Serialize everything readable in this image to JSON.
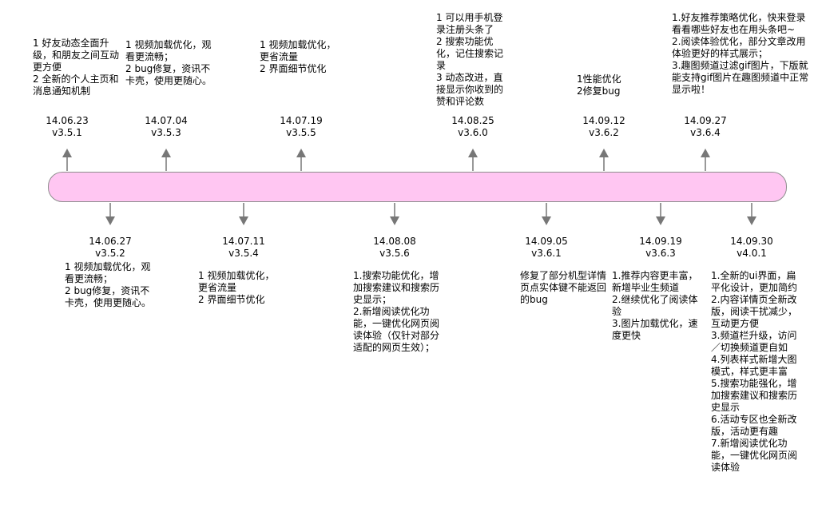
{
  "colors": {
    "bar_fill": "#ffc6f2",
    "bar_stroke": "#8e8e8e",
    "arrow": "#777777"
  },
  "releases": [
    {
      "date": "14.06.23",
      "version": "v3.5.1",
      "side": "top",
      "notes": [
        "1 好友动态全面升级，和朋友之间互动更方便",
        "2 全新的个人主页和消息通知机制"
      ]
    },
    {
      "date": "14.06.27",
      "version": "v3.5.2",
      "side": "bottom",
      "notes": [
        "1 视频加载优化，观看更流畅；",
        "2 bug修复，资讯不卡壳，使用更随心。"
      ]
    },
    {
      "date": "14.07.04",
      "version": "v3.5.3",
      "side": "top",
      "notes": [
        "1 视频加载优化，观看更流畅；",
        "2 bug修复，资讯不卡壳，使用更随心。"
      ]
    },
    {
      "date": "14.07.11",
      "version": "v3.5.4",
      "side": "bottom",
      "notes": [
        "1 视频加载优化，更省流量",
        "2 界面细节优化"
      ]
    },
    {
      "date": "14.07.19",
      "version": "v3.5.5",
      "side": "top",
      "notes": [
        "1 视频加载优化，更省流量",
        "2 界面细节优化"
      ]
    },
    {
      "date": "14.08.08",
      "version": "v3.5.6",
      "side": "bottom",
      "notes": [
        "1.搜索功能优化，增加搜索建议和搜索历史显示；",
        "2.新增阅读优化功能，一键优化网页阅读体验（仅针对部分适配的网页生效）；"
      ]
    },
    {
      "date": "14.08.25",
      "version": "v3.6.0",
      "side": "top",
      "notes": [
        "1 可以用手机登录注册头条了",
        "2 搜索功能优化，记住搜索记录",
        "3 动态改进，直接显示你收到的赞和评论数"
      ]
    },
    {
      "date": "14.09.05",
      "version": "v3.6.1",
      "side": "bottom",
      "notes": [
        "修复了部分机型详情页点实体键不能返回的bug"
      ]
    },
    {
      "date": "14.09.12",
      "version": "v3.6.2",
      "side": "top",
      "notes": [
        "1性能优化",
        "2修复bug"
      ]
    },
    {
      "date": "14.09.19",
      "version": "v3.6.3",
      "side": "bottom",
      "notes": [
        "1.推荐内容更丰富，新增毕业生频道",
        "2.继续优化了阅读体验",
        "3.图片加载优化，速度更快"
      ]
    },
    {
      "date": "14.09.27",
      "version": "v3.6.4",
      "side": "top",
      "notes": [
        "1.好友推荐策略优化，快来登录看看哪些好友也在用头条吧~",
        "2.阅读体验优化，部分文章改用体验更好的样式展示；",
        "3.趣图频道过滤gif图片，下版就能支持gif图片在趣图频道中正常显示啦！"
      ]
    },
    {
      "date": "14.09.30",
      "version": "v4.0.1",
      "side": "bottom",
      "notes": [
        "1.全新的ui界面，扁平化设计，更加简约",
        "2.内容详情页全新改版，阅读干扰减少，互动更方便",
        "3.频道栏升级，访问／切换频道更自如",
        "4.列表样式新增大图模式，样式更丰富",
        "5.搜索功能强化，增加搜索建议和搜索历史显示",
        "6.活动专区也全新改版，活动更有趣",
        "7.新增阅读优化功能，一键优化网页阅读体验"
      ]
    }
  ]
}
